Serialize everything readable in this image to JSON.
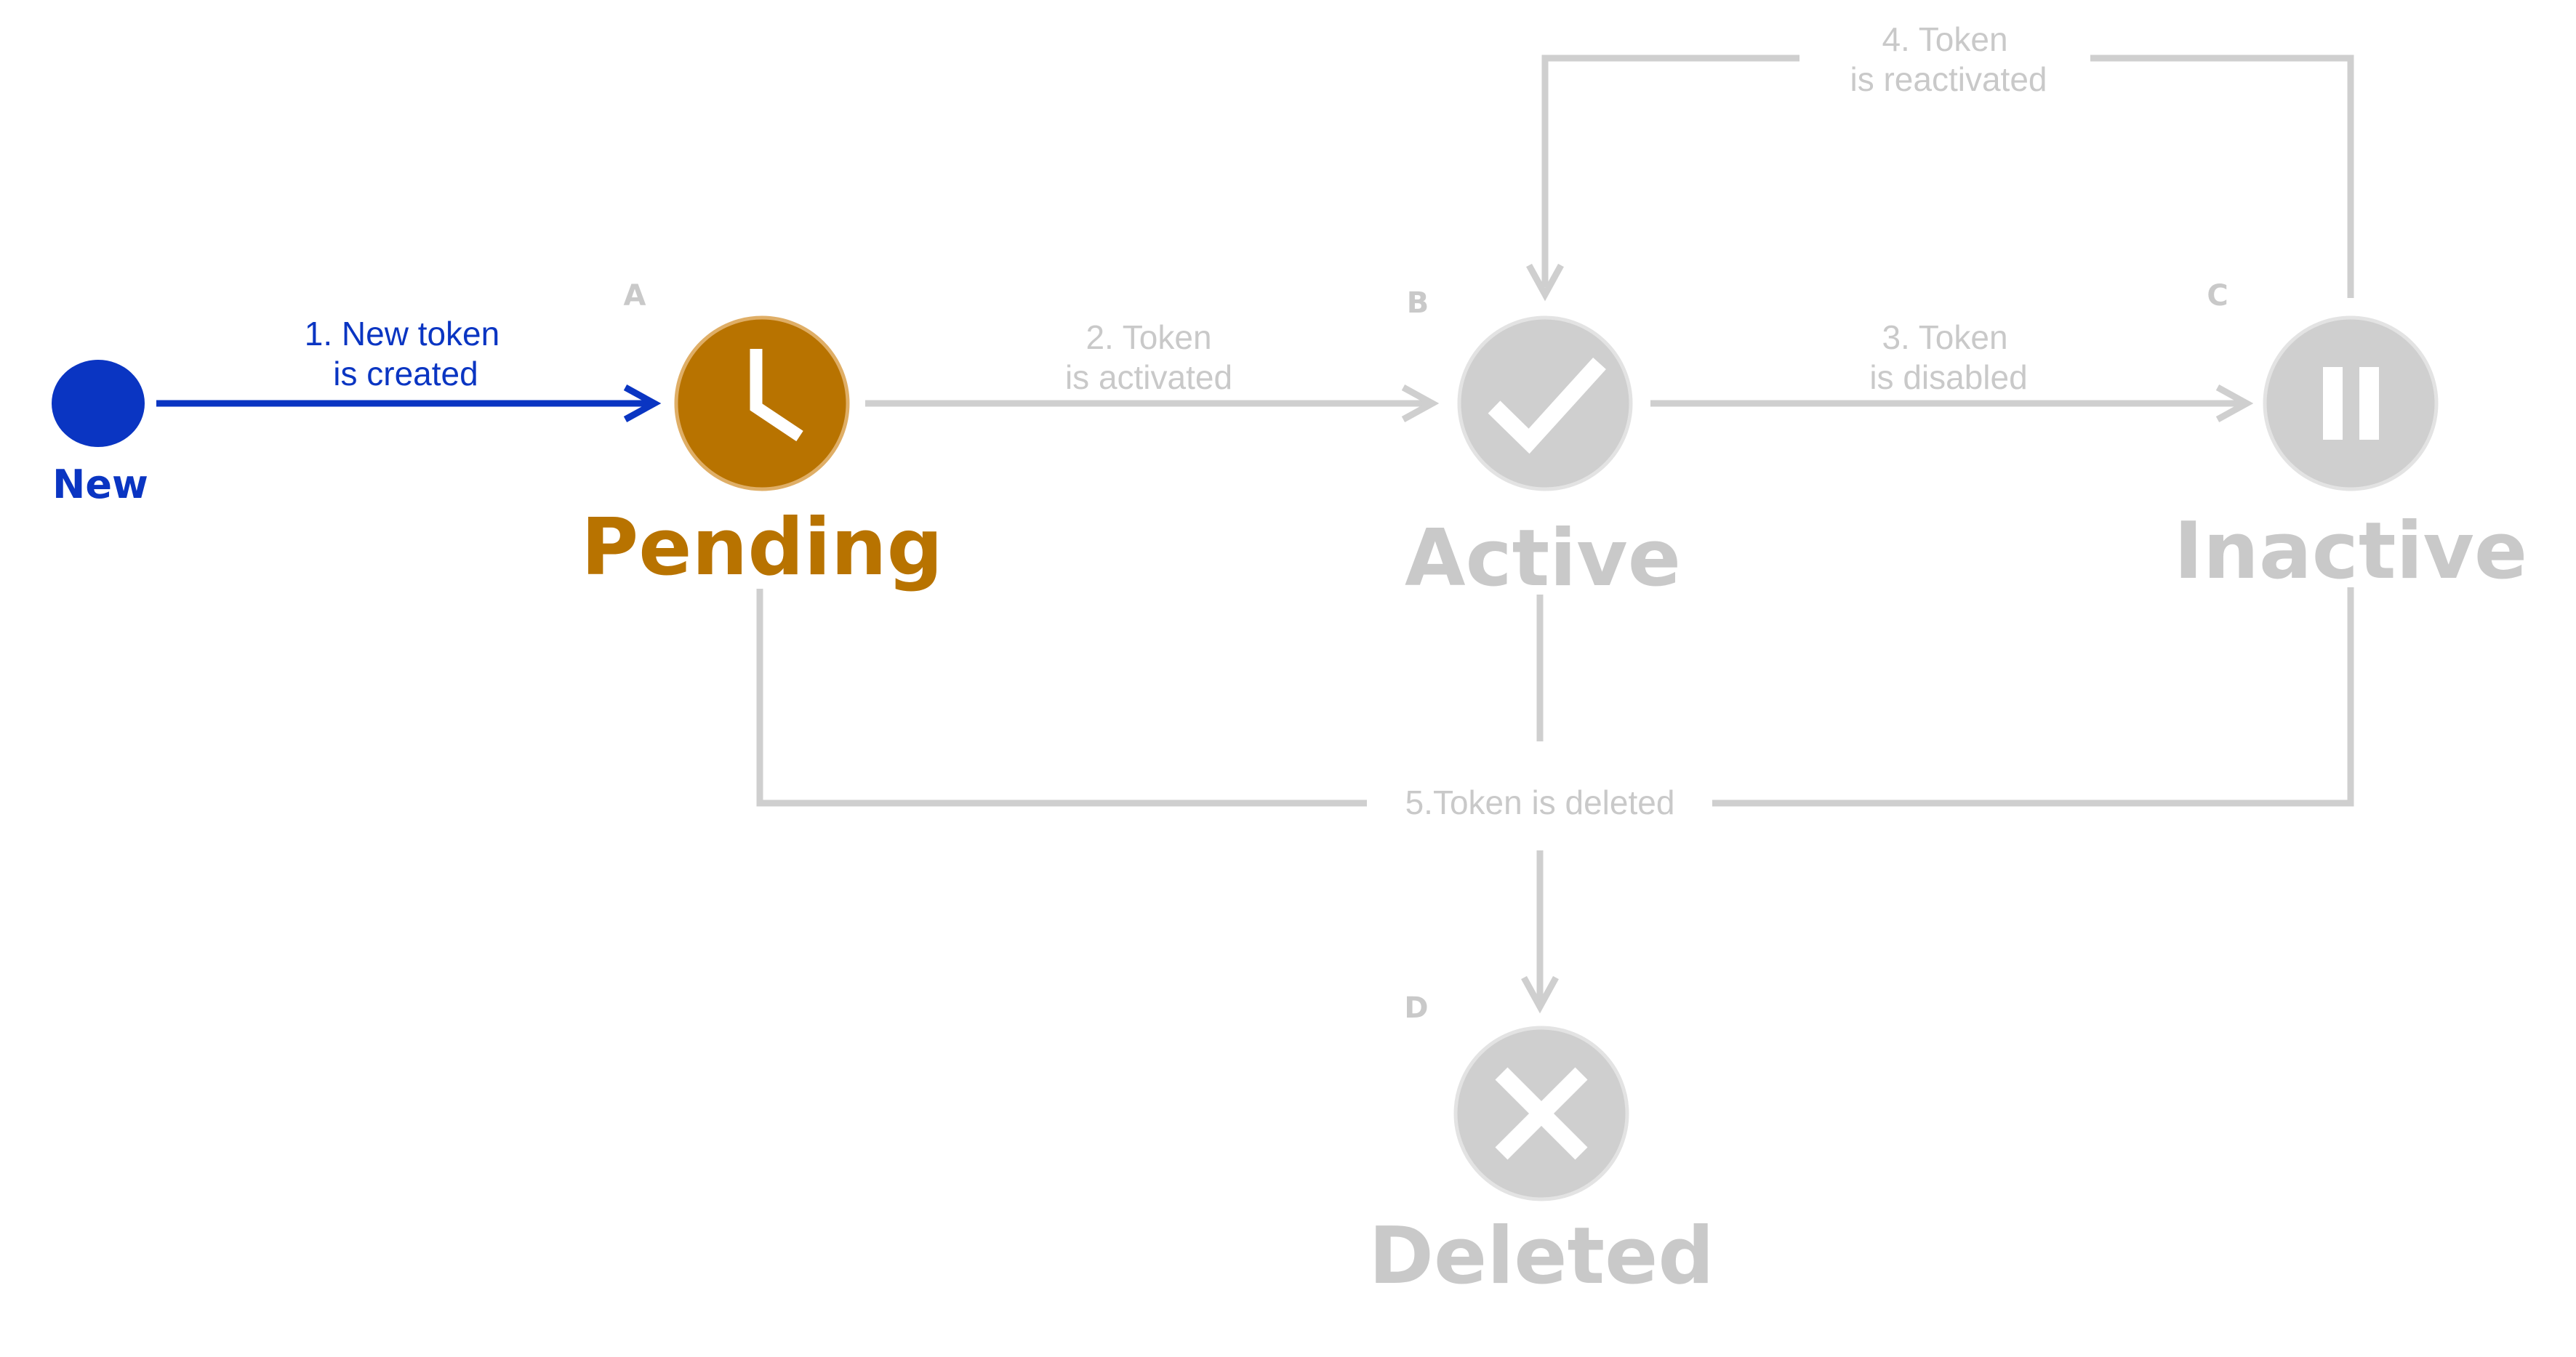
{
  "colors": {
    "new": "#0a35c2",
    "pending": "#b87300",
    "inactive": "#cfcfcf",
    "inactive_text": "#c9c9c9",
    "icon_fg": "#ffffff"
  },
  "states": {
    "new": {
      "label": "New",
      "letter": "",
      "icon": "filled-dot-icon"
    },
    "pending": {
      "label": "Pending",
      "letter": "A",
      "icon": "clock-icon"
    },
    "active": {
      "label": "Active",
      "letter": "B",
      "icon": "checkmark-icon"
    },
    "inactive": {
      "label": "Inactive",
      "letter": "C",
      "icon": "pause-icon"
    },
    "deleted": {
      "label": "Deleted",
      "letter": "D",
      "icon": "x-cross-icon"
    }
  },
  "transitions": {
    "created": {
      "line1": "1. New token",
      "line2": "is created"
    },
    "activated": {
      "line1": "2. Token",
      "line2": "is activated"
    },
    "disabled": {
      "line1": "3. Token",
      "line2": "is disabled"
    },
    "reactivated": {
      "line1": "4. Token",
      "line2": "is reactivated"
    },
    "deleted": {
      "line1": "5.Token is deleted"
    }
  }
}
